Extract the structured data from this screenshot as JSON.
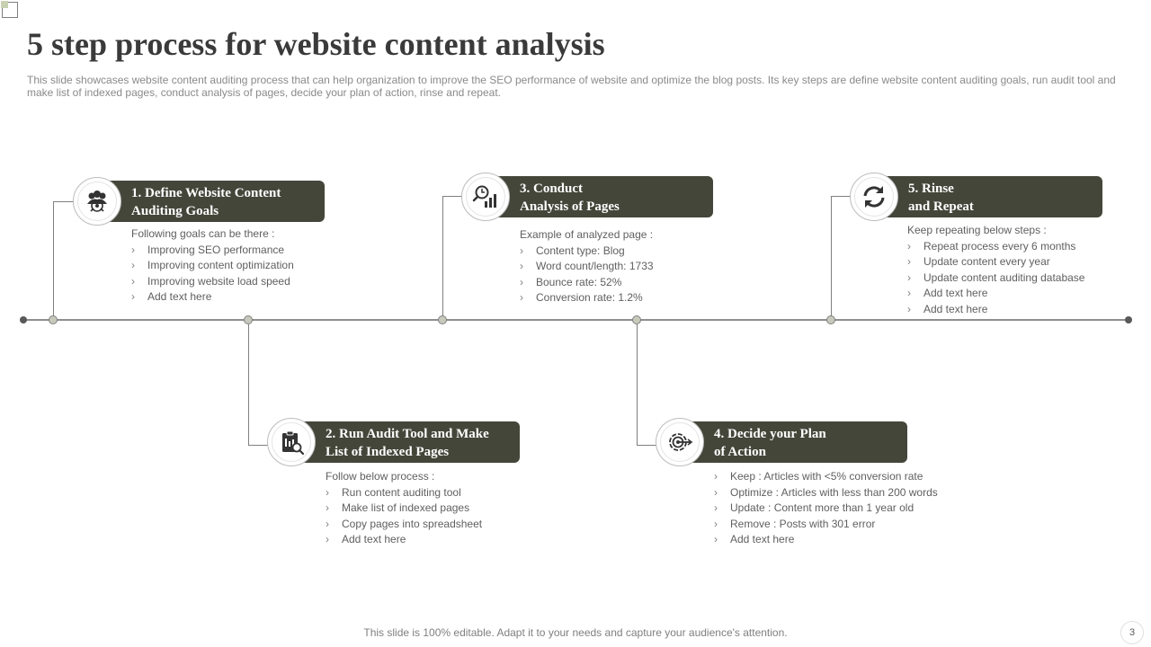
{
  "header": {
    "title": "5 step process for website content analysis",
    "subtitle": "This slide showcases website content auditing process that can help organization to improve the SEO performance of website and optimize the blog posts. Its key steps are define website content auditing goals, run audit tool and make list of indexed pages, conduct analysis of pages, decide your plan of action, rinse and repeat."
  },
  "steps": [
    {
      "title_lines": [
        "1. Define Website Content",
        "Auditing  Goals"
      ],
      "icon": "team-goal-icon",
      "intro": "Following goals can be there :",
      "items": [
        "Improving SEO performance",
        "Improving content optimization",
        "Improving website load speed",
        "Add text here"
      ]
    },
    {
      "title_lines": [
        "2. Run Audit Tool and Make",
        "List of Indexed Pages"
      ],
      "icon": "clipboard-search-icon",
      "intro": "Follow below process :",
      "items": [
        "Run content auditing tool",
        "Make list of indexed pages",
        "Copy pages into spreadsheet",
        "Add text here"
      ]
    },
    {
      "title_lines": [
        "3. Conduct",
        "Analysis of Pages"
      ],
      "icon": "analytics-search-icon",
      "intro": "Example of analyzed page :",
      "items": [
        "Content type:  Blog",
        "Word count/length: 1733",
        "Bounce rate: 52%",
        "Conversion rate: 1.2%"
      ]
    },
    {
      "title_lines": [
        "4. Decide your Plan",
        "of  Action"
      ],
      "icon": "target-arrow-icon",
      "intro": "",
      "items": [
        "Keep : Articles with <5% conversion rate",
        "Optimize : Articles with less than 200 words",
        "Update : Content more than 1 year old",
        "Remove : Posts with 301 error",
        "Add text here"
      ]
    },
    {
      "title_lines": [
        "5. Rinse",
        "and  Repeat"
      ],
      "icon": "refresh-cycle-icon",
      "intro": "Keep repeating below steps :",
      "items": [
        "Repeat process every 6 months",
        "Update content every year",
        "Update content auditing database",
        "Add text here",
        "Add text here"
      ]
    }
  ],
  "footer": {
    "note": "This slide is 100% editable. Adapt it to your needs and capture your audience's attention.",
    "page_number": "3"
  },
  "colors": {
    "box_fill": "#45463a",
    "node_fill": "#c8c9bc",
    "line": "#7f7f7f"
  }
}
